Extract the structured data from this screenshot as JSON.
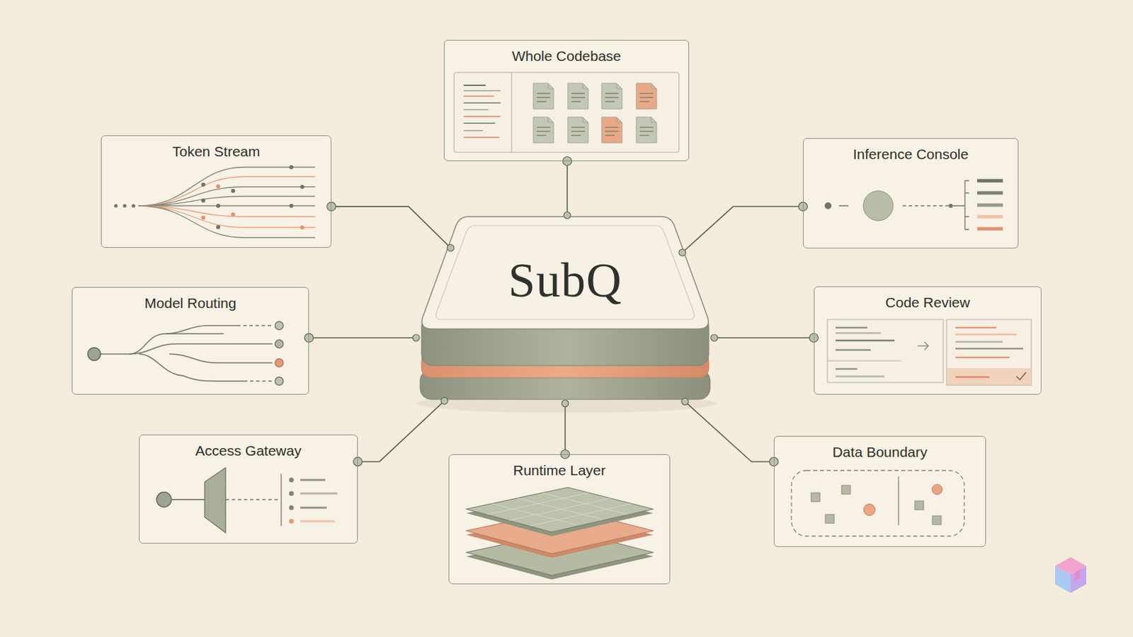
{
  "diagram": {
    "nodes": [
      {
        "text": [
          "Whole Codebase"
        ]
      },
      {
        "text": [
          "Token Stream"
        ]
      },
      {
        "text": [
          "Inference Console"
        ]
      },
      {
        "text": [
          "Model Routing"
        ]
      },
      {
        "text": [
          "SubQ"
        ]
      },
      {
        "text": [
          "Code Review"
        ]
      },
      {
        "text": [
          "Access Gateway"
        ]
      },
      {
        "text": [
          "Runtime Layer"
        ]
      },
      {
        "text": [
          "Data Boundary"
        ]
      }
    ],
    "edges": [
      {
        "from": 4,
        "to": 0,
        "arrow": "none"
      },
      {
        "from": 4,
        "to": 1,
        "arrow": "none"
      },
      {
        "from": 4,
        "to": 2,
        "arrow": "none"
      },
      {
        "from": 4,
        "to": 3,
        "arrow": "none"
      },
      {
        "from": 4,
        "to": 5,
        "arrow": "none"
      },
      {
        "from": 4,
        "to": 6,
        "arrow": "none"
      },
      {
        "from": 4,
        "to": 7,
        "arrow": "none"
      },
      {
        "from": 4,
        "to": 8,
        "arrow": "none"
      }
    ]
  }
}
